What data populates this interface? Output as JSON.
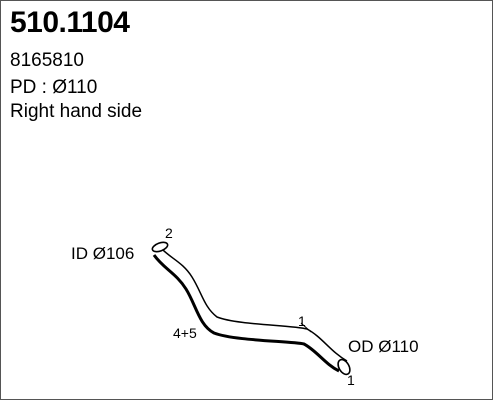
{
  "header": {
    "part_number": "510.1104",
    "reference": "8165810",
    "pd": "PD : Ø110",
    "side": "Right hand side"
  },
  "drawing": {
    "label_id": "ID Ø106",
    "label_od": "OD Ø110",
    "callouts": {
      "end_top": "2",
      "middle": "1",
      "bend": "4+5",
      "end_bottom": "1"
    },
    "colors": {
      "line": "#000000",
      "fill": "#ffffff"
    }
  }
}
